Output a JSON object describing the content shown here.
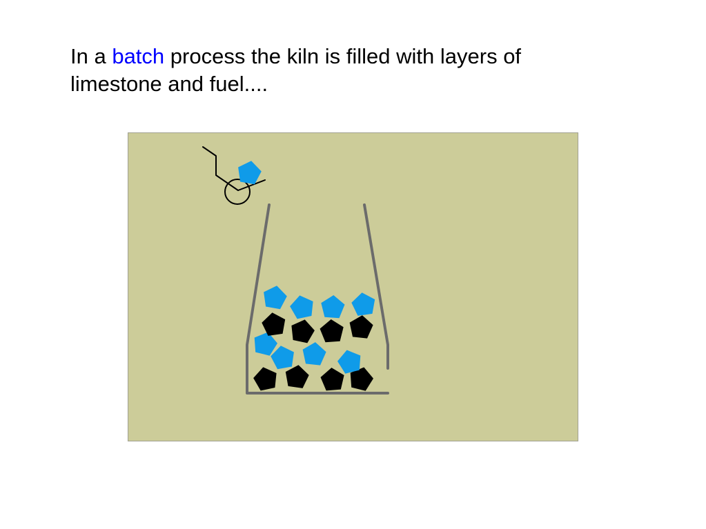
{
  "slide": {
    "caption": {
      "before": "In a ",
      "keyword": "batch",
      "after": " process the kiln is filled with layers of limestone and fuel...."
    }
  },
  "diagram": {
    "colors": {
      "background": "#cccc99",
      "border": "#a0a090",
      "kiln_wall": "#6b6b6b",
      "limestone": "#0f9be9",
      "fuel": "#000000",
      "barrow": "#000000"
    },
    "kiln_layers": [
      {
        "material": "fuel",
        "count": 4
      },
      {
        "material": "limestone",
        "count": 4
      },
      {
        "material": "fuel",
        "count": 4
      },
      {
        "material": "limestone",
        "count": 4
      }
    ],
    "barrow_load": "limestone"
  }
}
